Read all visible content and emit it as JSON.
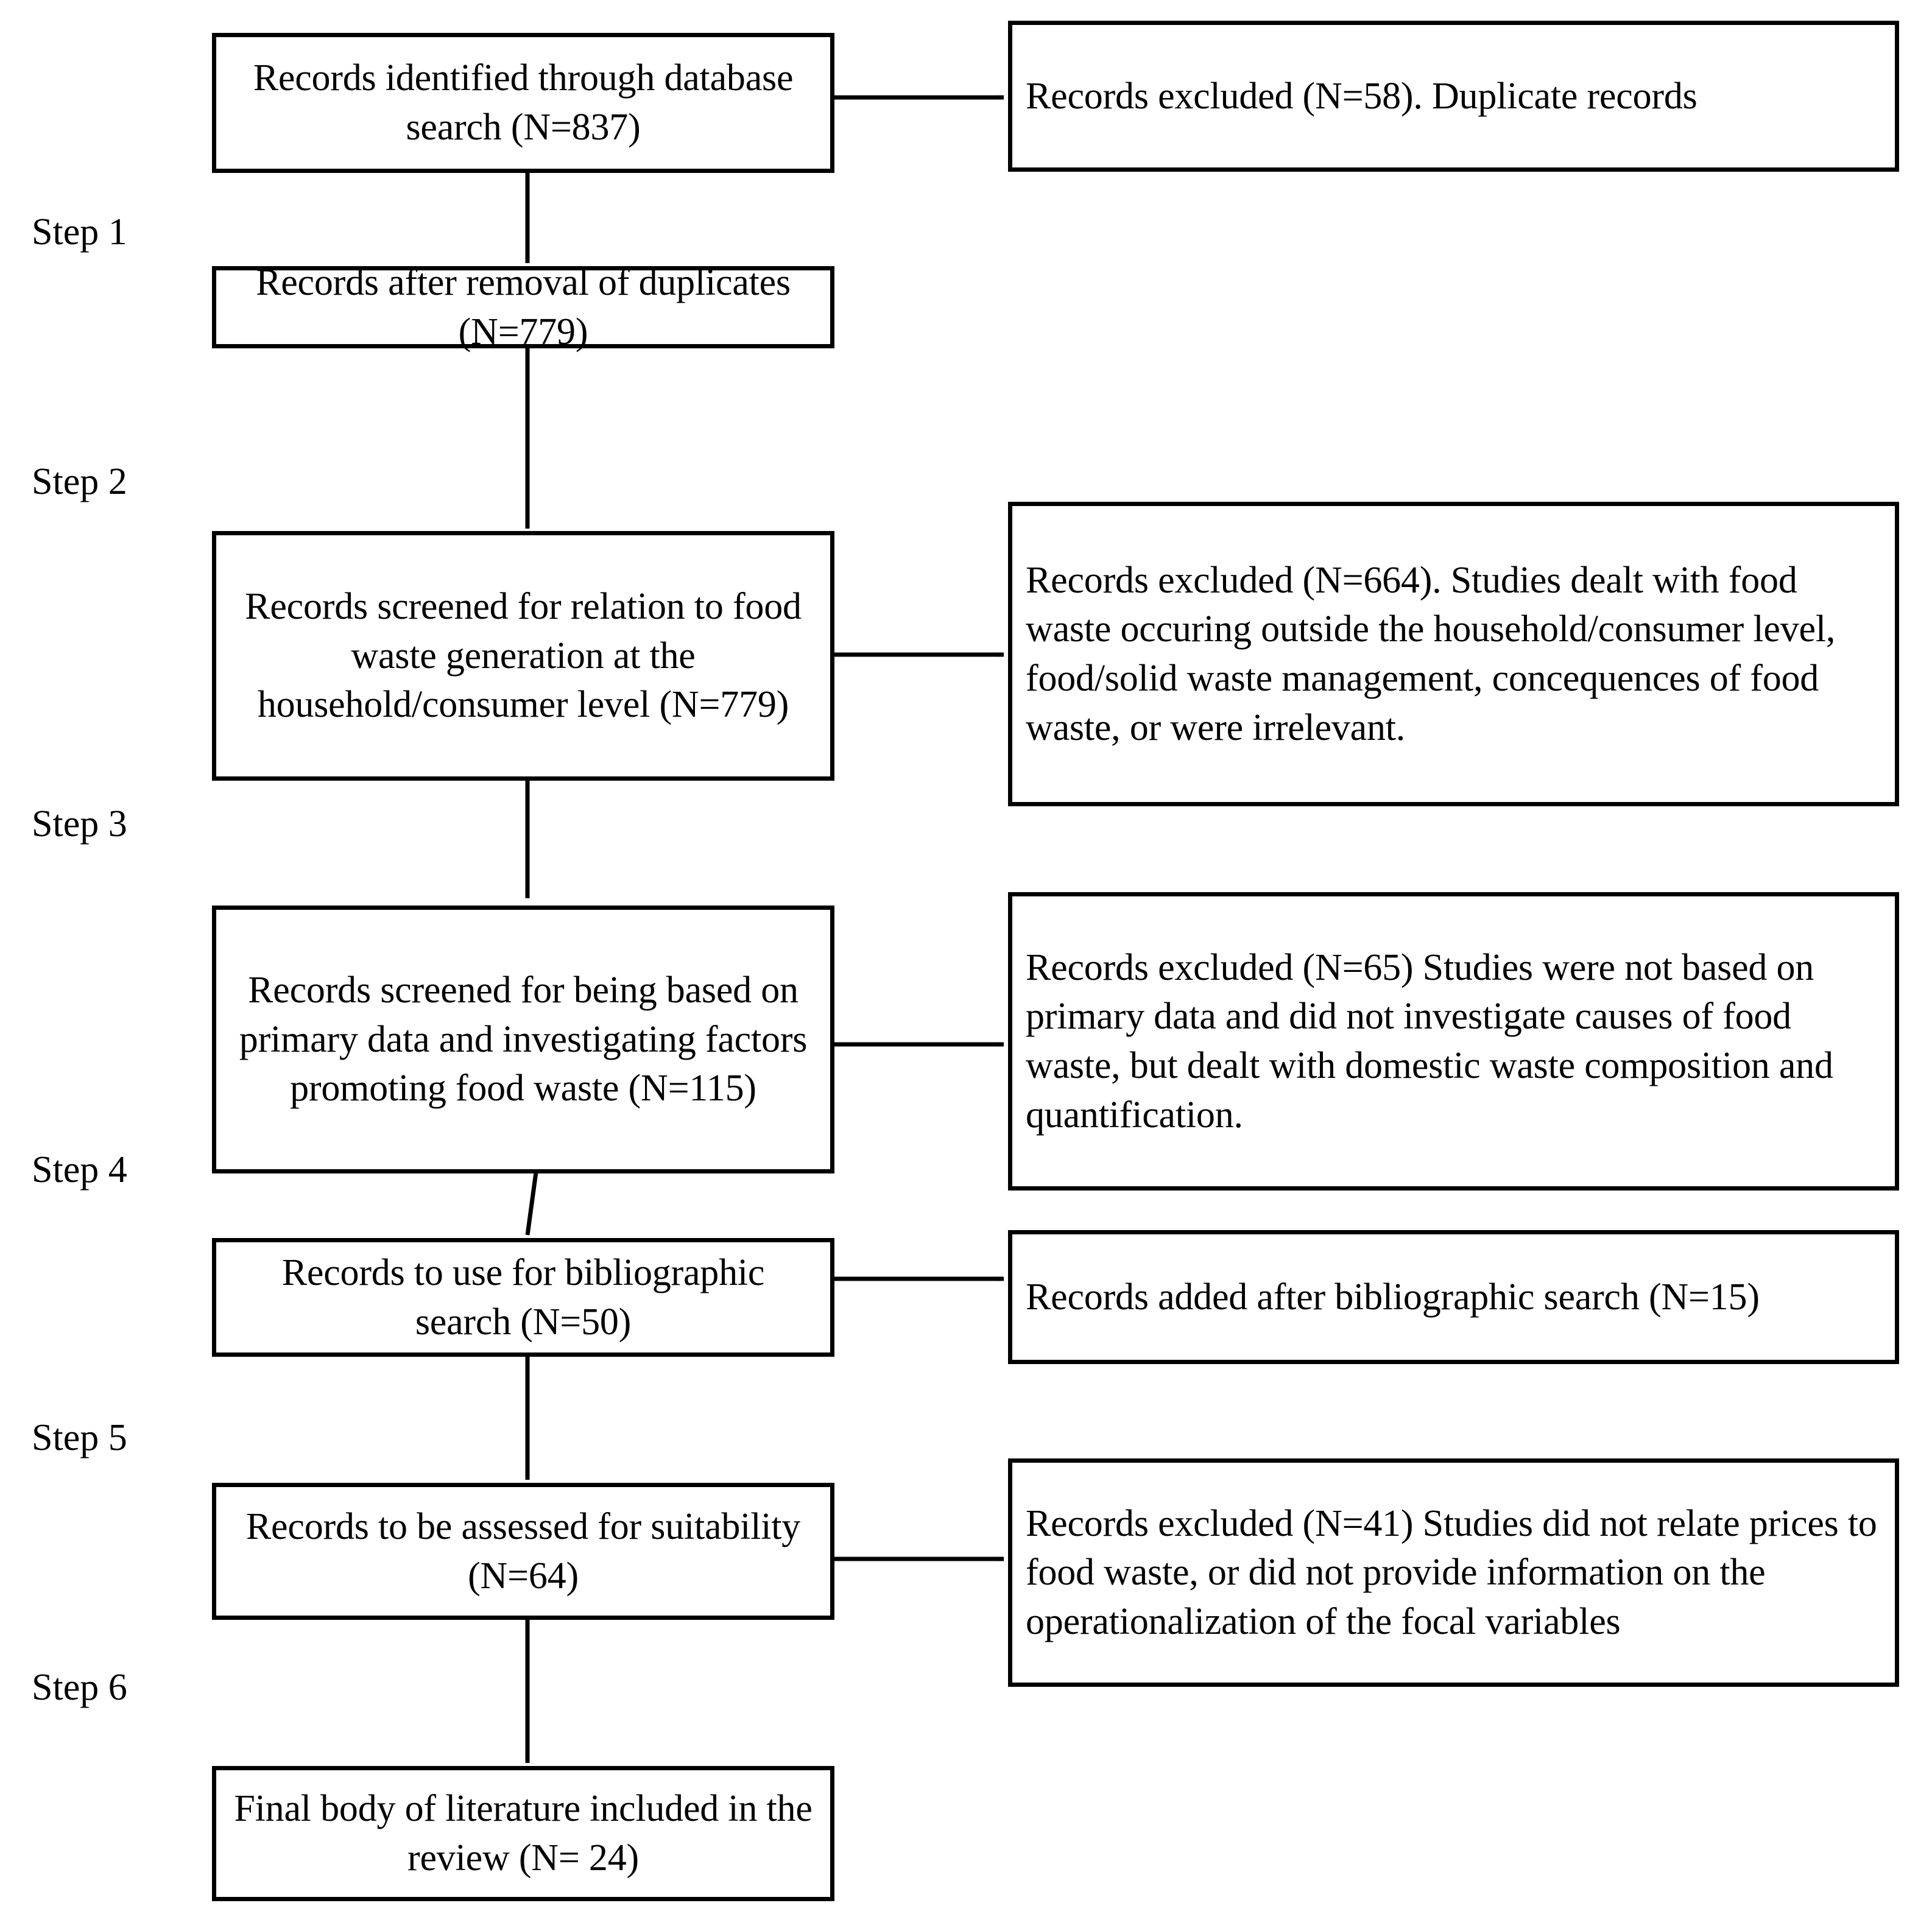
{
  "diagram": {
    "title": "PRISMA literature selection flow diagram",
    "line_color": "#000000",
    "box_fill": "#ffffff",
    "text_color": "#000000"
  },
  "steps": [
    {
      "id": "step-1",
      "label": "Step 1"
    },
    {
      "id": "step-2",
      "label": "Step 2"
    },
    {
      "id": "step-3",
      "label": "Step 3"
    },
    {
      "id": "step-4",
      "label": "Step 4"
    },
    {
      "id": "step-5",
      "label": "Step 5"
    },
    {
      "id": "step-6",
      "label": "Step 6"
    }
  ],
  "main_flow": [
    {
      "id": "records-identified",
      "text": "Records identified through database search (N=837)",
      "count": 837
    },
    {
      "id": "records-after-duplicates",
      "text": "Records after removal of duplicates (N=779)",
      "count": 779
    },
    {
      "id": "records-screened-relation",
      "text": "Records screened for relation to food waste generation at the household/consumer level (N=779)",
      "count": 779
    },
    {
      "id": "records-screened-primary-data",
      "text": "Records screened for being based on primary data and investigating factors promoting food waste (N=115)",
      "count": 115
    },
    {
      "id": "records-bibliographic-search",
      "text": "Records to use for bibliographic search (N=50)",
      "count": 50
    },
    {
      "id": "records-assessed-suitability",
      "text": "Records to be assessed for suitability (N=64)",
      "count": 64
    },
    {
      "id": "final-body-literature",
      "text": "Final body of literature included in the review (N= 24)",
      "count": 24
    }
  ],
  "side_boxes": [
    {
      "id": "excluded-duplicates",
      "text": "Records excluded (N=58). Duplicate records",
      "count": 58
    },
    {
      "id": "excluded-outside-household",
      "text": "Records excluded (N=664). Studies dealt with food waste occuring outside the household/consumer level, food/solid waste management, concequences of food waste, or were irrelevant.",
      "count": 664
    },
    {
      "id": "excluded-not-primary-data",
      "text": "Records excluded (N=65) Studies were not based on primary data and did not investigate causes of food waste, but dealt with domestic waste composition and quantification.",
      "count": 65
    },
    {
      "id": "added-after-bibliographic",
      "text": "Records added after bibliographic search (N=15)",
      "count": 15
    },
    {
      "id": "excluded-no-price-relation",
      "text": "Records excluded (N=41) Studies did not relate prices to food waste, or did not provide information on the operationalization of the focal variables",
      "count": 41
    }
  ]
}
